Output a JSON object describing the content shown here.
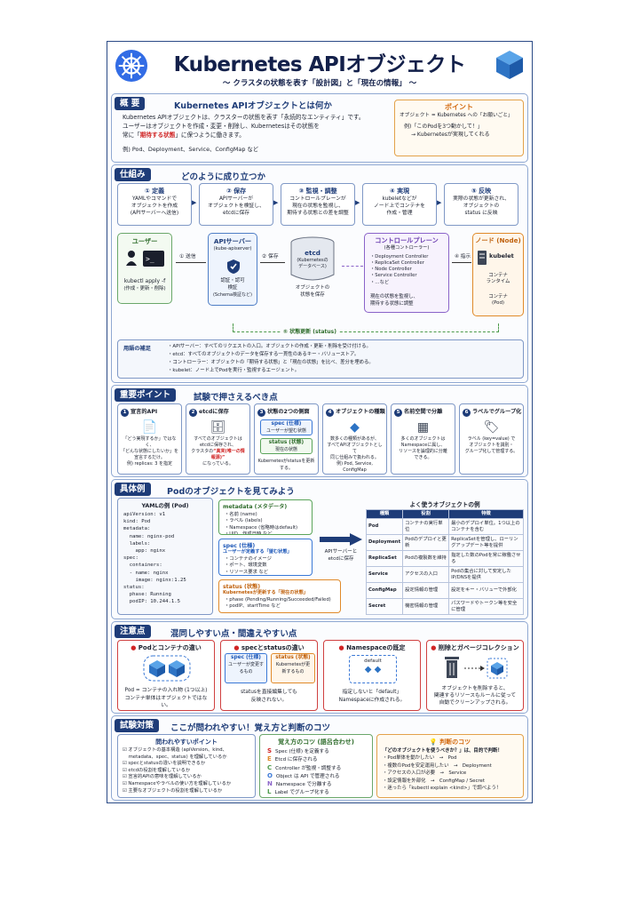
{
  "header": {
    "title": "Kubernetes APIオブジェクト",
    "subtitle": "〜 クラスタの状態を表す「設計図」と「現在の情報」 〜"
  },
  "overview": {
    "tag": "概 要",
    "heading": "Kubernetes APIオブジェクトとは何か",
    "line1": "Kubernetes APIオブジェクトは、クラスターの状態を表す「永続的なエンティティ」です。",
    "line2": "ユーザーはオブジェクトを作成・変更・削除し、Kubernetesはその状態を",
    "line3_pre": "常に「",
    "line3_hl": "期待する状態",
    "line3_post": "」に保つように働きます。",
    "example": "例) Pod、Deployment、Service、ConfigMap など",
    "point_title": "ポイント",
    "point_l1": "オブジェクト = Kubernetes への「お願いごと」",
    "point_l2": "例)「このPodを3つ動かして！」",
    "point_l3": "→ Kubernetesが実現してくれる"
  },
  "mechanism": {
    "tag": "仕組み",
    "heading": "どのように成り立つか",
    "steps": [
      {
        "t": "① 定義",
        "b1": "YAMLやコマンドで",
        "b2": "オブジェクトを作成",
        "b3": "(APIサーバーへ送信)"
      },
      {
        "t": "② 保存",
        "b1": "APIサーバーが",
        "b2": "オブジェクトを検証し、",
        "b3": "etcdに保存"
      },
      {
        "t": "③ 監視・調整",
        "b1": "コントロールプレーンが",
        "b2": "現在の状態を監視し、",
        "b3": "期待する状態との差を調整"
      },
      {
        "t": "④ 実現",
        "b1": "kubeletなどが",
        "b2": "ノード上でコンテナを",
        "b3": "作成・管理"
      },
      {
        "t": "⑤ 反映",
        "b1": "実際の状態が更新され、",
        "b2": "オブジェクトの",
        "b3": "status に反映"
      }
    ],
    "user_t": "ユーザー",
    "user_b": "kubectl apply -f",
    "user_b2": "(作成・更新・削除)",
    "send": "① 送信",
    "api_t": "APIサーバー",
    "api_s": "(kube-apiserver)",
    "api_b1": "認証・認可",
    "api_b2": "検証",
    "api_b3": "(Schema検証など)",
    "save": "② 保存",
    "etcd_t": "etcd",
    "etcd_s1": "(Kubernetesの",
    "etcd_s2": "データベース)",
    "etcd_b1": "オブジェクトの",
    "etcd_b2": "状態を保存",
    "cp_t": "コントロールプレーン",
    "cp_s": "(各種コントローラー)",
    "cp_items": [
      "・Deployment Controller",
      "・ReplicaSet Controller",
      "・Node Controller",
      "・Service Controller",
      "・…など"
    ],
    "cp_b1": "現在の状態を監視し、",
    "cp_b2": "期待する状態に調整",
    "order": "④ 指示",
    "node_t": "ノード (Node)",
    "kubelet": "kubelet",
    "runtime1": "コンテナ",
    "runtime2": "ランタイム",
    "pod1": "コンテナ",
    "pod2": "(Pod)",
    "status_update": "⑤ 状態更新 (status)",
    "gloss_t": "用語の補足",
    "gloss": [
      "・APIサーバー：すべてのリクエストの入口。オブジェクトの作成・更新・削除を受け付ける。",
      "・etcd：すべてのオブジェクトのデータを保存する一貫性のあるキー・バリューストア。",
      "・コントローラー：オブジェクトの「期待する状態」と「現在の状態」を比べ、差分を埋める。",
      "・kubelet：ノード上でPodを実行・監視するエージェント。"
    ]
  },
  "important": {
    "tag": "重要ポイント",
    "heading": "試験で押さえるべき点",
    "cards": [
      {
        "t": "宣言的API",
        "b1": "「どう実現するか」ではなく、",
        "b2": "「どんな状態にしたいか」を",
        "b3": "宣言するだけ。",
        "b4": "例) replicas: 3 を指定"
      },
      {
        "t": "etcdに保存",
        "b1": "すべてのオブジェクトは",
        "b2": "etcdに保存され、",
        "b3": "クラスタの",
        "b3h": "“真実(唯一の情報源)”",
        "b4": "になっている。"
      },
      {
        "t": "状態の2つの側面",
        "spec": "spec (仕様)",
        "spec_s": "ユーザーが望む状態",
        "status": "status (状態)",
        "status_s": "現在の状態",
        "b": "Kubernetesがstatusを更新する。"
      },
      {
        "t": "オブジェクトの種類",
        "b1": "数多くの種類があるが、",
        "b2": "すべてAPIオブジェクトとして",
        "b3": "同じ仕組みで扱われる。",
        "b4": "例) Pod, Service, ConfigMap"
      },
      {
        "t": "名前空間で分離",
        "b1": "多くのオブジェクトは",
        "b2": "Namespaceに属し、",
        "b3": "リソースを論理的に分離",
        "b4": "できる。"
      },
      {
        "t": "ラベルでグループ化",
        "b1": "ラベル (key=value) で",
        "b2": "オブジェクトを識別・",
        "b3": "グループ化して管理する。"
      }
    ]
  },
  "example": {
    "tag": "具体例",
    "heading": "Podのオブジェクトを見てみよう",
    "yaml_t": "YAMLの例 (Pod)",
    "yaml": [
      "apiVersion: v1",
      "kind: Pod",
      "metadata:",
      "  name: nginx-pod",
      "  labels:",
      "    app: nginx",
      "spec:",
      "  containers:",
      "  - name: nginx",
      "    image: nginx:1.25",
      "status:",
      "  phase: Running",
      "  podIP: 10.244.1.5"
    ],
    "meta_t": "metadata (メタデータ)",
    "meta": [
      "・名前 (name)",
      "・ラベル (labels)",
      "・Namespace (省略時はdefault)",
      "・UID、作成日時 など"
    ],
    "spec_t": "spec (仕様)",
    "spec_s": "ユーザーが定義する「望む状態」",
    "spec": [
      "・コンテナのイメージ",
      "・ポート、環境変数",
      "・リソース要求 など"
    ],
    "status_t": "status (状態)",
    "status_s": "Kubernetesが更新する「現在の状態」",
    "status": [
      "・phase (Pending/Running/Succeeded/Failed)",
      "・podIP、startTime など"
    ],
    "arrow1": "APIサーバーと",
    "arrow2": "etcdに保存",
    "tbl_t": "よく使うオブジェクトの例",
    "tbl_head": [
      "種類",
      "役割",
      "特徴"
    ],
    "rows": [
      [
        "Pod",
        "コンテナの実行単位",
        "最小のデプロイ単位。1つ以上のコンテナを含む"
      ],
      [
        "Deployment",
        "Podのデプロイと更新",
        "ReplicaSetを管理し、ローリングアップデート等を提供"
      ],
      [
        "ReplicaSet",
        "Podの複製数を維持",
        "指定した数のPodを常に稼働させる"
      ],
      [
        "Service",
        "アクセスの入口",
        "Podの集合に対して安定したIP/DNSを提供"
      ],
      [
        "ConfigMap",
        "設定情報の管理",
        "設定をキー・バリューで外部化"
      ],
      [
        "Secret",
        "機密情報の管理",
        "パスワードやトークン等を安全に管理"
      ]
    ]
  },
  "caution": {
    "tag": "注意点",
    "heading": "混同しやすい点・間違えやすい点",
    "c1_t": "Podとコンテナの違い",
    "c1_b1": "Pod = コンテナの入れ物 (1つ以上)",
    "c1_b2": "コンテナ単体はオブジェクトではない。",
    "c2_t": "specとstatusの違い",
    "c2_spec": "spec (仕様)",
    "c2_spec_b": "ユーザーが変更するもの",
    "c2_status": "status (状態)",
    "c2_status_b": "Kubernetesが更新するもの",
    "c2_b1": "statusを直接編集しても",
    "c2_b2": "反映されない。",
    "c3_t": "Namespaceの既定",
    "c3_default": "default",
    "c3_b1": "指定しないと「default」",
    "c3_b2": "Namespaceに作成される。",
    "c4_t": "削除とガベージコレクション",
    "c4_b1": "オブジェクトを削除すると、",
    "c4_b2": "関連するリソースもルールに従って",
    "c4_b3": "自動でクリーンアップされる。"
  },
  "exam": {
    "tag": "試験対策",
    "heading": "ここが問われやすい！覚え方と判断のコツ",
    "c1_t": "問われやすいポイント",
    "c1": [
      "☑ オブジェクトの基本構造 (apiVersion、kind、",
      "    metadata、spec、status) を理解しているか",
      "☑ specとstatusの違いを説明できるか",
      "☑ etcdの役割を理解しているか",
      "☑ 宣言的APIの意味を理解しているか",
      "☑ Namespaceやラベルの使い方を理解しているか",
      "☑ 主要なオブジェクトの役割を理解しているか"
    ],
    "c2_t": "覚え方のコツ (語呂合わせ)",
    "c2": [
      [
        "S",
        "Spec (仕様) を定義する"
      ],
      [
        "E",
        "Etcd に保存される"
      ],
      [
        "C",
        "Controller が監視・調整する"
      ],
      [
        "O",
        "Object は API で管理される"
      ],
      [
        "N",
        "Namespace で分離する"
      ],
      [
        "L",
        "Label でグループ化する"
      ]
    ],
    "c3_t": "判断のコツ",
    "c3": [
      "「どのオブジェクトを使うべきか？」は、目的で判断！",
      "・Pod単体を動かしたい　→　Pod",
      "・複数のPodを安定運用したい　→　Deployment",
      "・アクセスの入口が必要　→　Service",
      "・設定情報を外部化　→　ConfigMap / Secret",
      "・迷ったら「kubectl explain <kind>」で調べよう！"
    ]
  },
  "colors": {
    "navy": "#1e3c78",
    "accent_red": "#d02424",
    "orange": "#e08a2a",
    "purple": "#8a63c9",
    "green": "#4c9a4a",
    "blue": "#3a78d6"
  }
}
